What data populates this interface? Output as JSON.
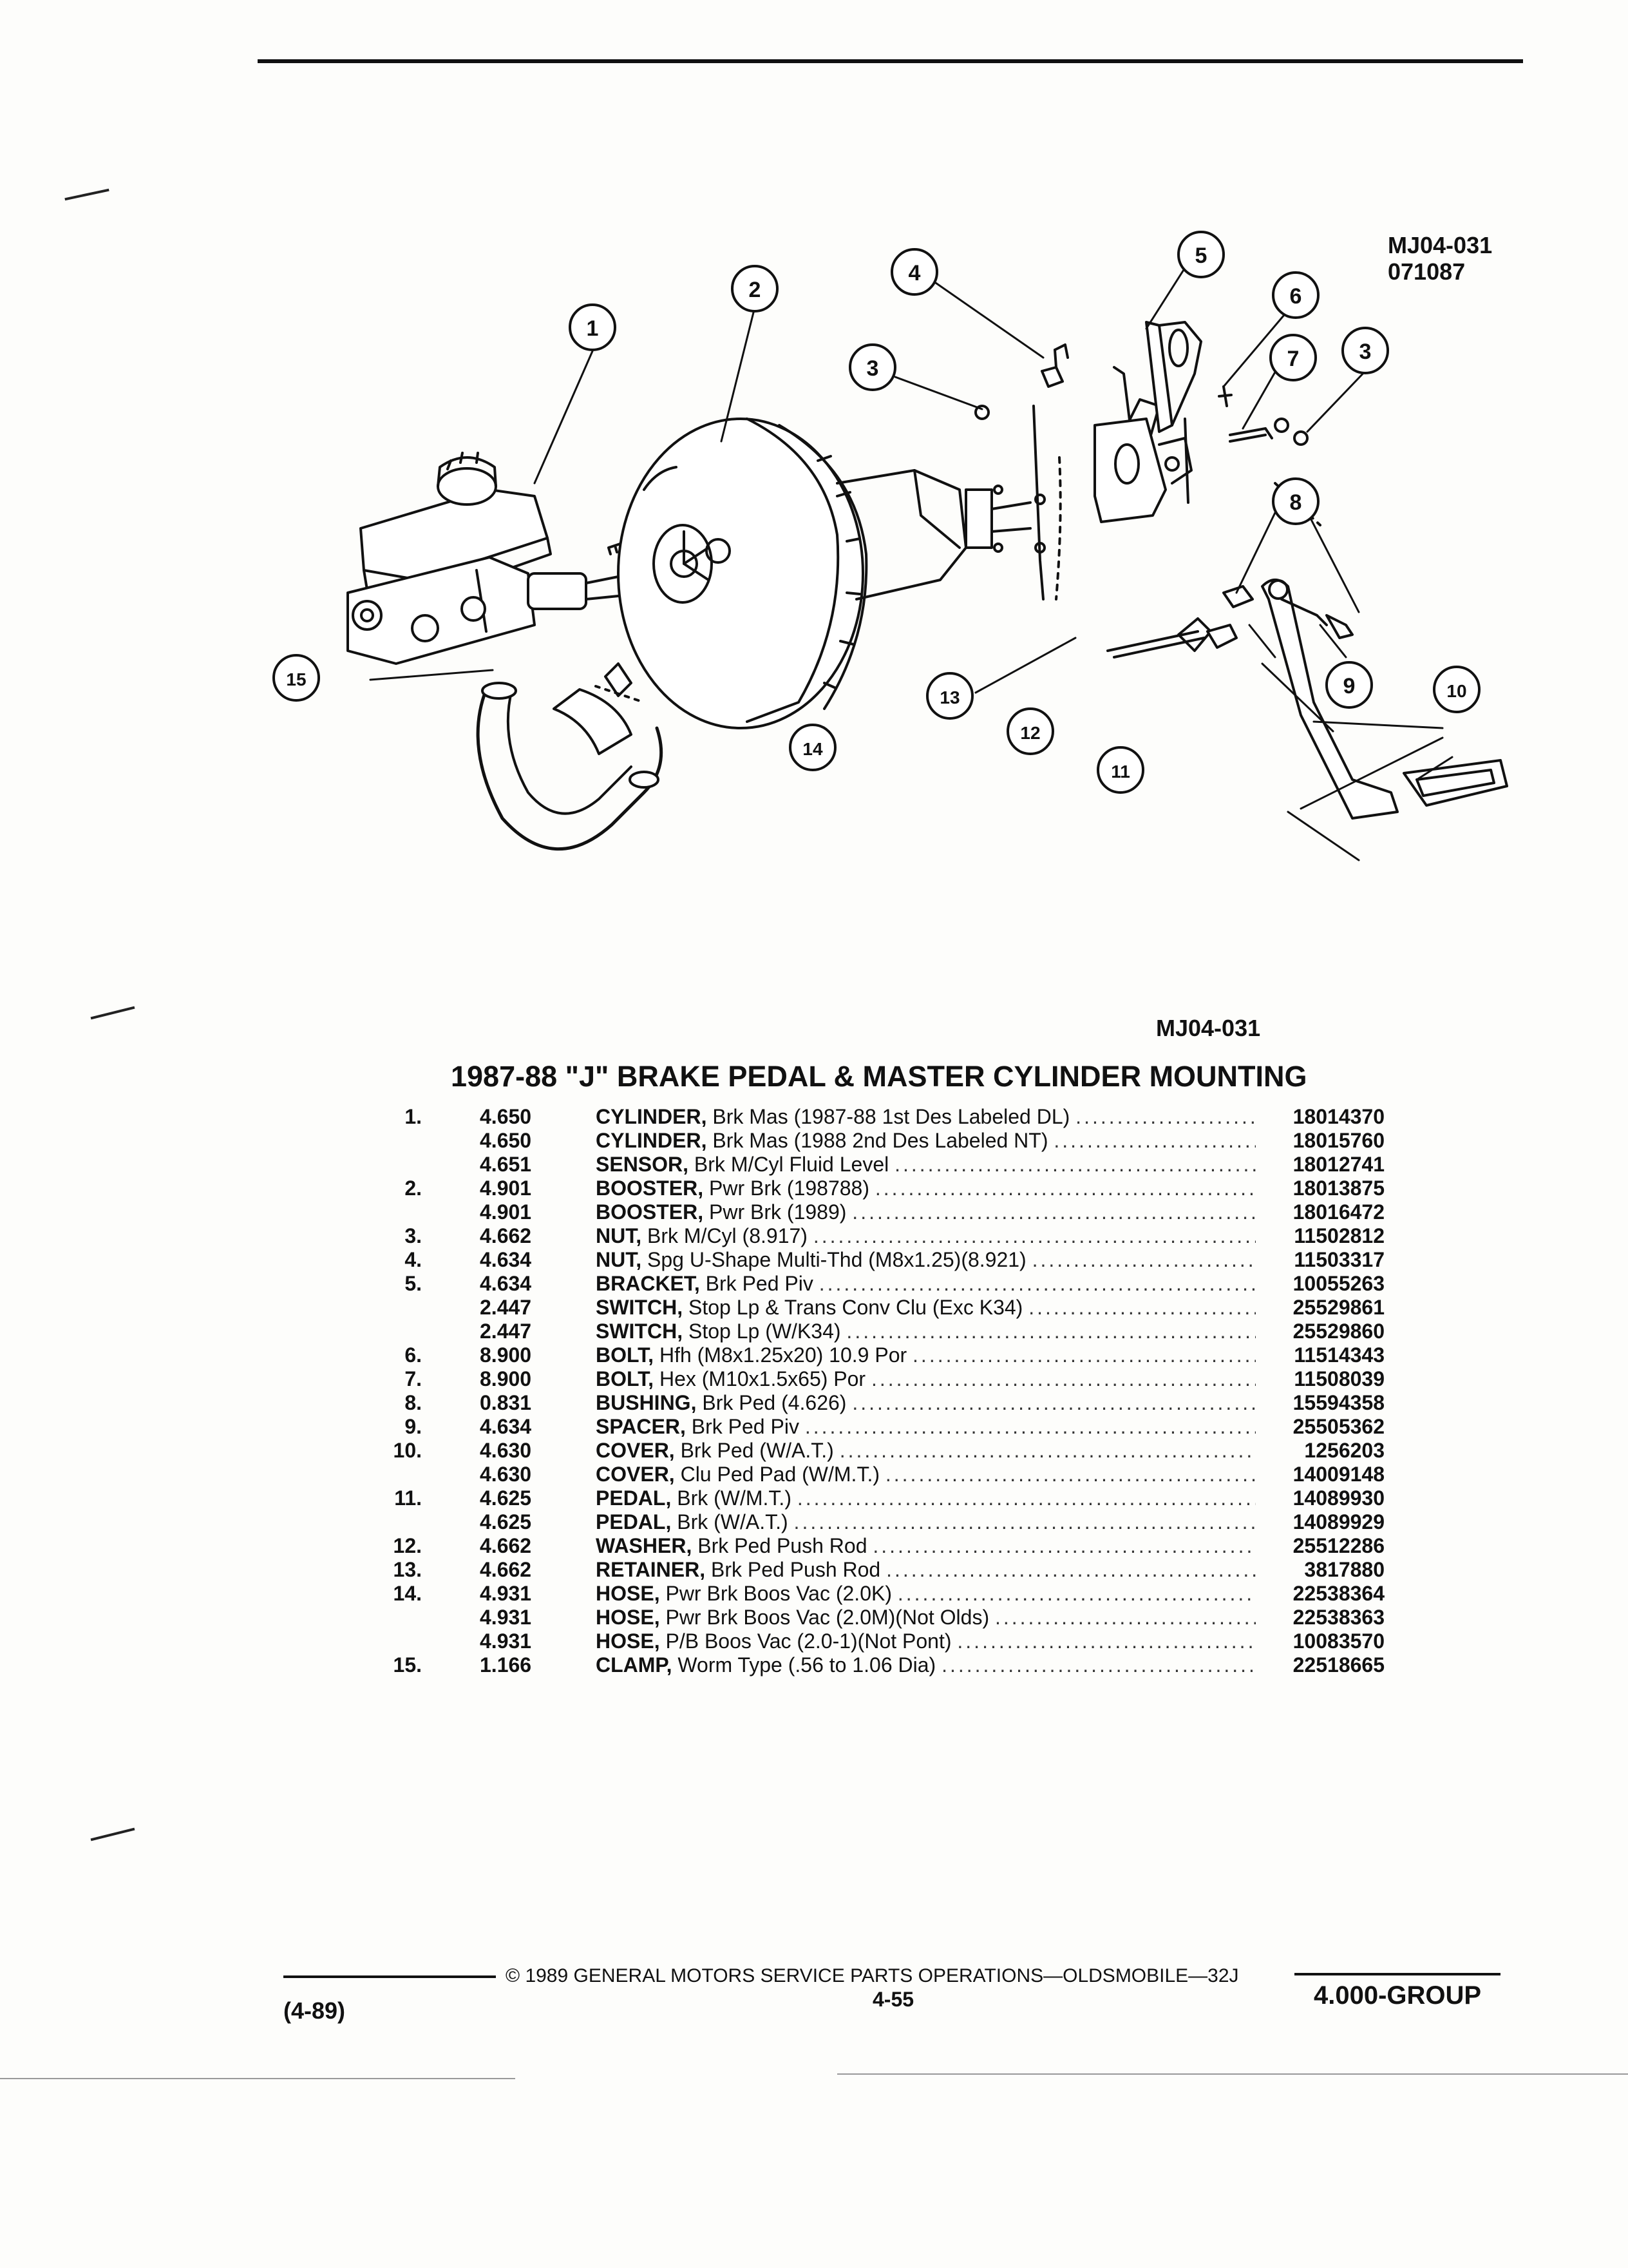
{
  "header": {
    "illustration_code": "MJ04-031",
    "illustration_date": "071087"
  },
  "figure_code": "MJ04-031",
  "callouts": [
    "1",
    "2",
    "3",
    "3",
    "4",
    "5",
    "6",
    "7",
    "8",
    "9",
    "10",
    "11",
    "12",
    "13",
    "14",
    "15"
  ],
  "title": "1987-88 \"J\" BRAKE PEDAL & MASTER CYLINDER MOUNTING",
  "parts": [
    {
      "ref": "1.",
      "group": "4.650",
      "name": "CYLINDER,",
      "desc": "Brk Mas (1987-88 1st Des Labeled DL)",
      "part_no": "18014370"
    },
    {
      "ref": "",
      "group": "4.650",
      "name": "CYLINDER,",
      "desc": "Brk Mas (1988 2nd Des Labeled NT)",
      "part_no": "18015760"
    },
    {
      "ref": "",
      "group": "4.651",
      "name": "SENSOR,",
      "desc": "Brk M/Cyl Fluid Level",
      "part_no": "18012741"
    },
    {
      "ref": "2.",
      "group": "4.901",
      "name": "BOOSTER,",
      "desc": "Pwr Brk (198788)",
      "part_no": "18013875"
    },
    {
      "ref": "",
      "group": "4.901",
      "name": "BOOSTER,",
      "desc": "Pwr Brk (1989)",
      "part_no": "18016472"
    },
    {
      "ref": "3.",
      "group": "4.662",
      "name": "NUT,",
      "desc": "Brk M/Cyl (8.917)",
      "part_no": "11502812"
    },
    {
      "ref": "4.",
      "group": "4.634",
      "name": "NUT,",
      "desc": "Spg U-Shape Multi-Thd (M8x1.25)(8.921)",
      "part_no": "11503317"
    },
    {
      "ref": "5.",
      "group": "4.634",
      "name": "BRACKET,",
      "desc": "Brk Ped Piv",
      "part_no": "10055263"
    },
    {
      "ref": "",
      "group": "2.447",
      "name": "SWITCH,",
      "desc": "Stop Lp & Trans Conv Clu (Exc K34)",
      "part_no": "25529861"
    },
    {
      "ref": "",
      "group": "2.447",
      "name": "SWITCH,",
      "desc": "Stop Lp (W/K34)",
      "part_no": "25529860"
    },
    {
      "ref": "6.",
      "group": "8.900",
      "name": "BOLT,",
      "desc": "Hfh (M8x1.25x20) 10.9 Por",
      "part_no": "11514343"
    },
    {
      "ref": "7.",
      "group": "8.900",
      "name": "BOLT,",
      "desc": "Hex (M10x1.5x65) Por",
      "part_no": "11508039"
    },
    {
      "ref": "8.",
      "group": "0.831",
      "name": "BUSHING,",
      "desc": "Brk Ped (4.626)",
      "part_no": "15594358"
    },
    {
      "ref": "9.",
      "group": "4.634",
      "name": "SPACER,",
      "desc": "Brk Ped Piv",
      "part_no": "25505362"
    },
    {
      "ref": "10.",
      "group": "4.630",
      "name": "COVER,",
      "desc": "Brk Ped (W/A.T.)",
      "part_no": "1256203"
    },
    {
      "ref": "",
      "group": "4.630",
      "name": "COVER,",
      "desc": "Clu Ped Pad (W/M.T.)",
      "part_no": "14009148"
    },
    {
      "ref": "11.",
      "group": "4.625",
      "name": "PEDAL,",
      "desc": "Brk (W/M.T.)",
      "part_no": "14089930"
    },
    {
      "ref": "",
      "group": "4.625",
      "name": "PEDAL,",
      "desc": "Brk (W/A.T.)",
      "part_no": "14089929"
    },
    {
      "ref": "12.",
      "group": "4.662",
      "name": "WASHER,",
      "desc": "Brk Ped Push Rod",
      "part_no": "25512286"
    },
    {
      "ref": "13.",
      "group": "4.662",
      "name": "RETAINER,",
      "desc": "Brk Ped Push Rod",
      "part_no": "3817880"
    },
    {
      "ref": "14.",
      "group": "4.931",
      "name": "HOSE,",
      "desc": "Pwr Brk Boos Vac (2.0K)",
      "part_no": "22538364"
    },
    {
      "ref": "",
      "group": "4.931",
      "name": "HOSE,",
      "desc": "Pwr Brk Boos Vac (2.0M)(Not Olds)",
      "part_no": "22538363"
    },
    {
      "ref": "",
      "group": "4.931",
      "name": "HOSE,",
      "desc": "P/B Boos Vac (2.0-1)(Not Pont)",
      "part_no": "10083570"
    },
    {
      "ref": "15.",
      "group": "1.166",
      "name": "CLAMP,",
      "desc": "Worm Type (.56 to 1.06 Dia)",
      "part_no": "22518665"
    }
  ],
  "footer": {
    "copyright": "© 1989 GENERAL MOTORS SERVICE PARTS OPERATIONS—OLDSMOBILE—32J",
    "date_code": "(4-89)",
    "page": "4-55",
    "group": "4.000-GROUP"
  }
}
